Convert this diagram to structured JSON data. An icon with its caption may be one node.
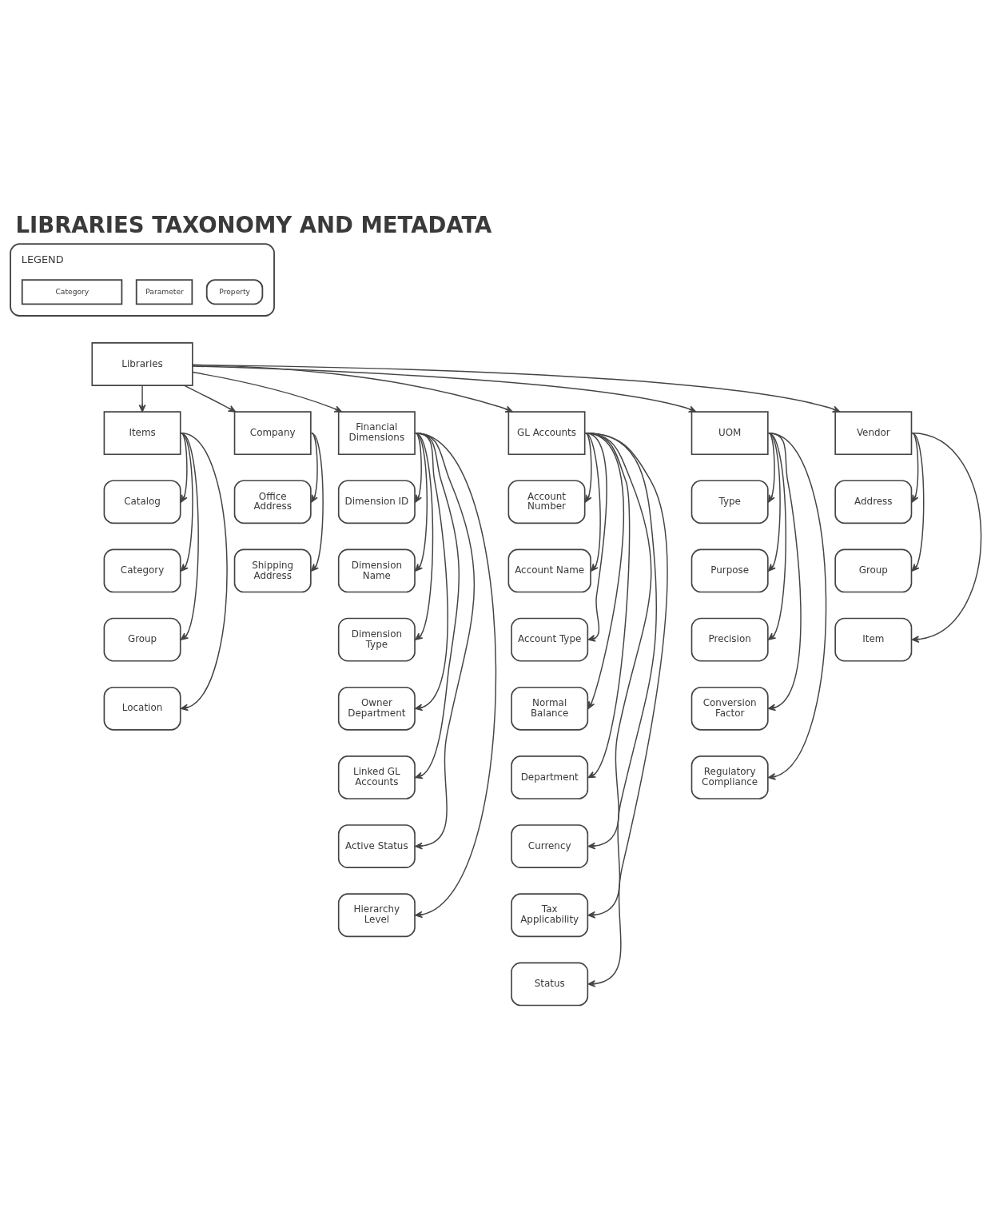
{
  "diagram": {
    "title": "LIBRARIES TAXONOMY AND METADATA",
    "nodes": [
      {
        "text": [
          "Libraries"
        ]
      },
      {
        "text": [
          "Items"
        ]
      },
      {
        "text": [
          "Catalog"
        ]
      },
      {
        "text": [
          "Category"
        ]
      },
      {
        "text": [
          "Group"
        ]
      },
      {
        "text": [
          "Location"
        ]
      },
      {
        "text": [
          "Company"
        ]
      },
      {
        "text": [
          "Office Address"
        ]
      },
      {
        "text": [
          "Shipping Address"
        ]
      },
      {
        "text": [
          "Financial Dimensions"
        ]
      },
      {
        "text": [
          "Dimension ID"
        ]
      },
      {
        "text": [
          "Dimension Name"
        ]
      },
      {
        "text": [
          "Dimension Type"
        ]
      },
      {
        "text": [
          "Owner Department"
        ]
      },
      {
        "text": [
          "Linked GL Accounts"
        ]
      },
      {
        "text": [
          "Active Status"
        ]
      },
      {
        "text": [
          "Hierarchy Level"
        ]
      },
      {
        "text": [
          "GL Accounts"
        ]
      },
      {
        "text": [
          "Account Number"
        ]
      },
      {
        "text": [
          "Account Name"
        ]
      },
      {
        "text": [
          "Account Type"
        ]
      },
      {
        "text": [
          "Normal Balance"
        ]
      },
      {
        "text": [
          "Department"
        ]
      },
      {
        "text": [
          "Currency"
        ]
      },
      {
        "text": [
          "Tax Applicability"
        ]
      },
      {
        "text": [
          "Status"
        ]
      },
      {
        "text": [
          "UOM"
        ]
      },
      {
        "text": [
          "Type"
        ]
      },
      {
        "text": [
          "Purpose"
        ]
      },
      {
        "text": [
          "Precision"
        ]
      },
      {
        "text": [
          "Conversion Factor"
        ]
      },
      {
        "text": [
          "Regulatory Compliance"
        ]
      },
      {
        "text": [
          "Vendor"
        ]
      },
      {
        "text": [
          "Address"
        ]
      },
      {
        "text": [
          "Group"
        ]
      },
      {
        "text": [
          "Item"
        ]
      }
    ],
    "edges": [
      {
        "from": 0,
        "to": 1,
        "arrow": "to"
      },
      {
        "from": 0,
        "to": 6,
        "arrow": "to"
      },
      {
        "from": 0,
        "to": 9,
        "arrow": "to"
      },
      {
        "from": 0,
        "to": 17,
        "arrow": "to"
      },
      {
        "from": 0,
        "to": 26,
        "arrow": "to"
      },
      {
        "from": 0,
        "to": 32,
        "arrow": "to"
      },
      {
        "from": 1,
        "to": 2,
        "arrow": "to"
      },
      {
        "from": 1,
        "to": 3,
        "arrow": "to"
      },
      {
        "from": 1,
        "to": 4,
        "arrow": "to"
      },
      {
        "from": 1,
        "to": 5,
        "arrow": "to"
      },
      {
        "from": 6,
        "to": 7,
        "arrow": "to"
      },
      {
        "from": 6,
        "to": 8,
        "arrow": "to"
      },
      {
        "from": 9,
        "to": 10,
        "arrow": "to"
      },
      {
        "from": 9,
        "to": 11,
        "arrow": "to"
      },
      {
        "from": 9,
        "to": 12,
        "arrow": "to"
      },
      {
        "from": 9,
        "to": 13,
        "arrow": "to"
      },
      {
        "from": 9,
        "to": 14,
        "arrow": "to"
      },
      {
        "from": 9,
        "to": 15,
        "arrow": "to"
      },
      {
        "from": 9,
        "to": 16,
        "arrow": "to"
      },
      {
        "from": 17,
        "to": 18,
        "arrow": "to"
      },
      {
        "from": 17,
        "to": 19,
        "arrow": "to"
      },
      {
        "from": 17,
        "to": 20,
        "arrow": "to"
      },
      {
        "from": 17,
        "to": 21,
        "arrow": "to"
      },
      {
        "from": 17,
        "to": 22,
        "arrow": "to"
      },
      {
        "from": 17,
        "to": 23,
        "arrow": "to"
      },
      {
        "from": 17,
        "to": 24,
        "arrow": "to"
      },
      {
        "from": 17,
        "to": 25,
        "arrow": "to"
      },
      {
        "from": 26,
        "to": 27,
        "arrow": "to"
      },
      {
        "from": 26,
        "to": 28,
        "arrow": "to"
      },
      {
        "from": 26,
        "to": 29,
        "arrow": "to"
      },
      {
        "from": 26,
        "to": 30,
        "arrow": "to"
      },
      {
        "from": 26,
        "to": 31,
        "arrow": "to"
      },
      {
        "from": 32,
        "to": 33,
        "arrow": "to"
      },
      {
        "from": 32,
        "to": 34,
        "arrow": "to"
      },
      {
        "from": 32,
        "to": 35,
        "arrow": "to"
      }
    ],
    "labels": [
      "LEGEND"
    ],
    "legend": [
      {
        "text": "Category"
      },
      {
        "text": "Parameter"
      },
      {
        "text": "Property"
      }
    ]
  }
}
